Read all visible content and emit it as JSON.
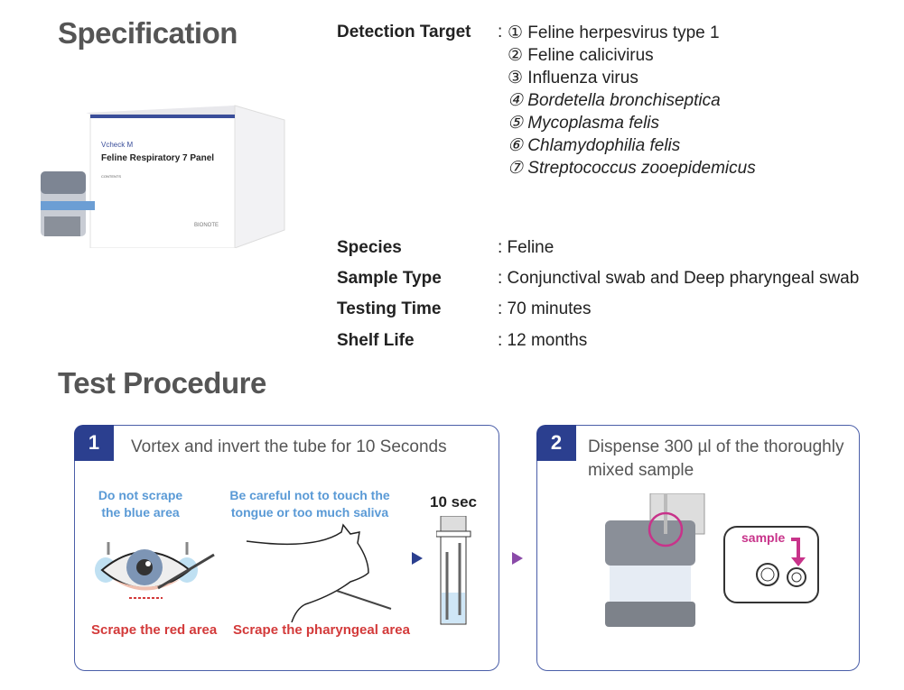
{
  "spec": {
    "title": "Specification",
    "detection_label": "Detection Target",
    "targets": [
      "① Feline herpesvirus type 1",
      "② Feline calicivirus",
      "③ Influenza virus",
      "④ Bordetella bronchiseptica",
      "⑤ Mycoplasma felis",
      "⑥ Chlamydophilia felis",
      "⑦ Streptococcus zooepidemicus"
    ],
    "colon": ":",
    "rows": [
      {
        "label": "Species",
        "value": ": Feline"
      },
      {
        "label": "Sample Type",
        "value": ": Conjunctival swab and Deep pharyngeal swab"
      },
      {
        "label": "Testing Time",
        "value": ": 70 minutes"
      },
      {
        "label": "Shelf Life",
        "value": ": 12 months"
      }
    ]
  },
  "product": {
    "brand": "Vcheck M",
    "name": "Feline Respiratory 7 Panel",
    "maker": "BIONOTE",
    "contents": "CONTENTS"
  },
  "procedure": {
    "title": "Test Procedure",
    "step1": {
      "num": "1",
      "text": "Vortex and invert the tube for 10 Seconds",
      "eye_note": "Do not scrape the blue area",
      "eye_action": "Scrape the red area",
      "mouth_note": "Be careful not to touch the tongue or too much saliva",
      "mouth_action": "Scrape the pharyngeal area",
      "time": "10 sec"
    },
    "step2": {
      "num": "2",
      "text": "Dispense 300 µl of the thoroughly mixed sample",
      "sample_label": "sample"
    }
  },
  "colors": {
    "navy": "#2b3f8f",
    "blue_note": "#5a9ad6",
    "red": "#d33a3a",
    "magenta": "#c8338a"
  }
}
